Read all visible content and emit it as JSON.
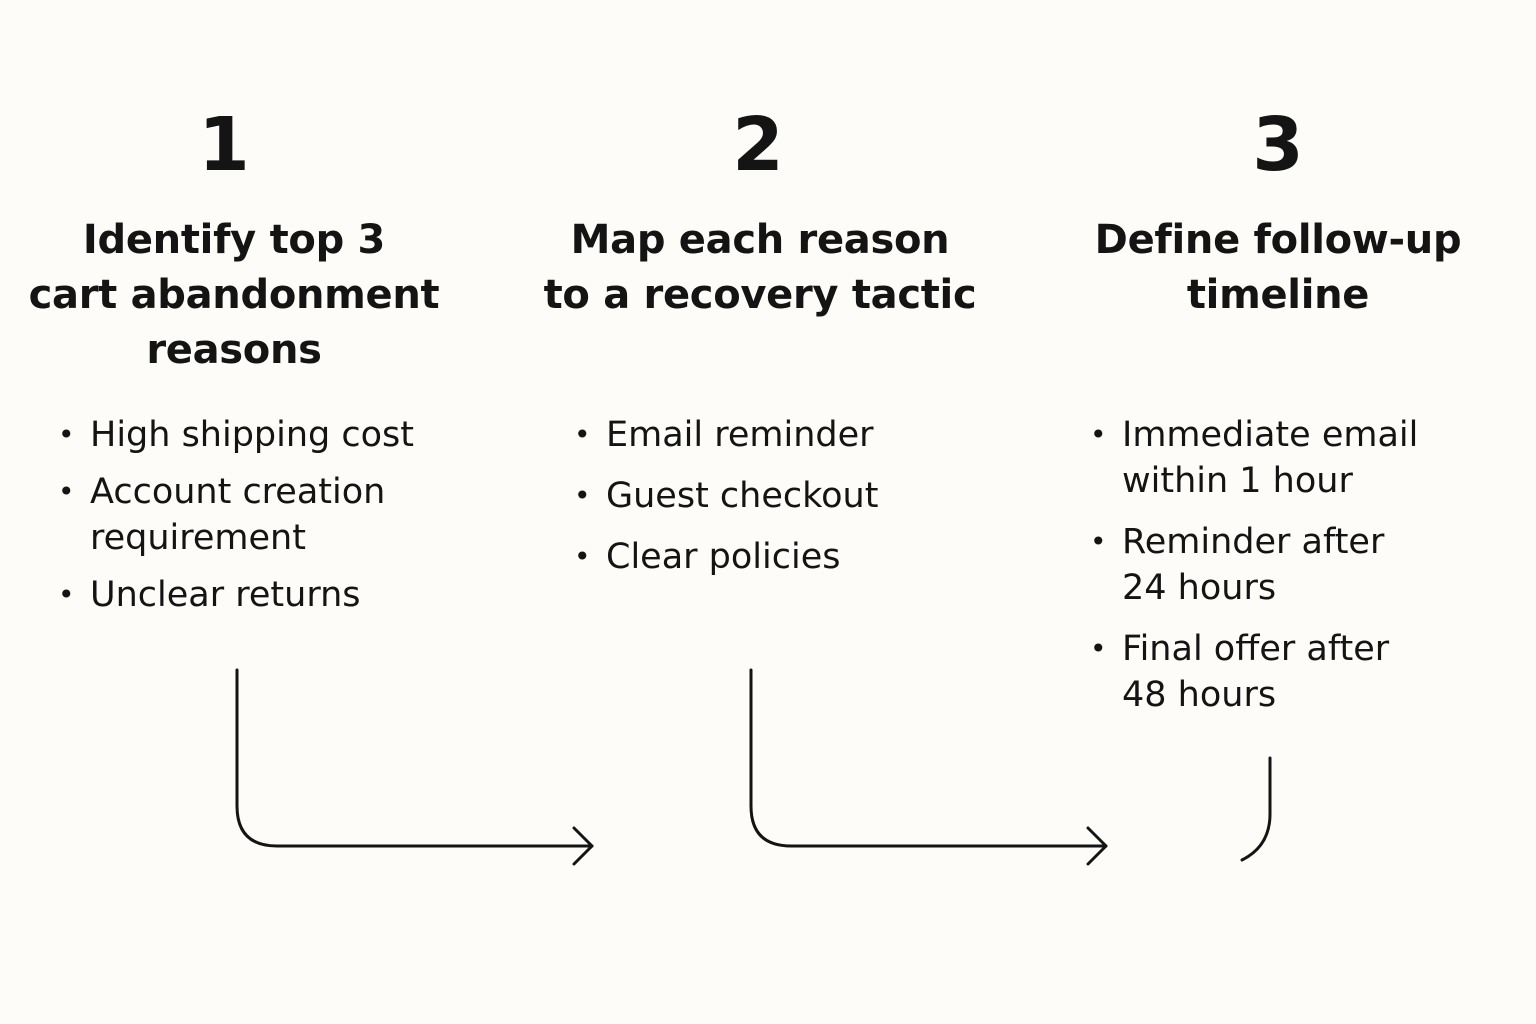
{
  "colors": {
    "background": "#fdfcf8",
    "text": "#141414",
    "connector": "#141414"
  },
  "steps": [
    {
      "number": "1",
      "title_lines": [
        "Identify top 3",
        "cart abandonment",
        "reasons"
      ],
      "items": [
        "High shipping cost",
        "Account creation requirement",
        "Unclear returns"
      ]
    },
    {
      "number": "2",
      "title_lines": [
        "Map each reason",
        "to a recovery tactic"
      ],
      "items": [
        "Email reminder",
        "Guest checkout",
        "Clear policies"
      ]
    },
    {
      "number": "3",
      "title_lines": [
        "Define follow-up",
        "timeline"
      ],
      "items": [
        "Immediate email within 1 hour",
        "Reminder after 24 hours",
        "Final offer after 48 hours"
      ]
    }
  ]
}
